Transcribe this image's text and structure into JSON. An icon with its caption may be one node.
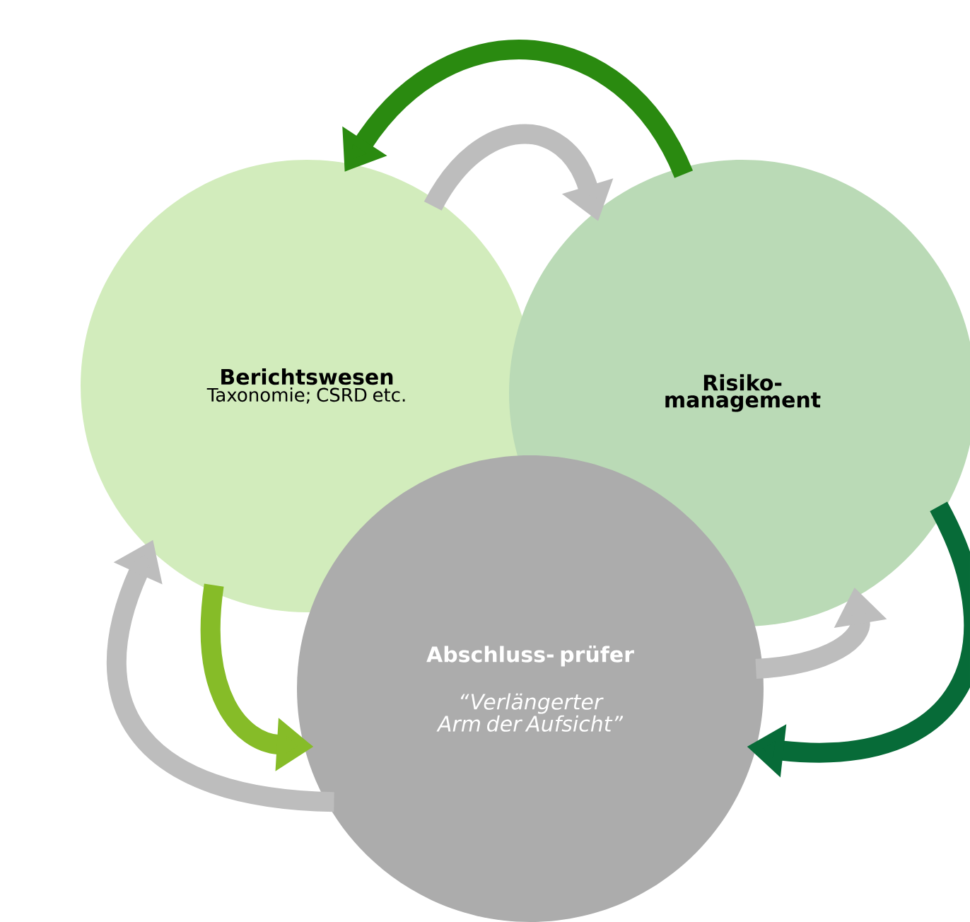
{
  "diagram": {
    "nodes": [
      {
        "text": [
          "Berichtswesen",
          "Taxonomie; CSRD etc."
        ]
      },
      {
        "text": [
          "Risiko- management"
        ]
      },
      {
        "text": [
          "Abschluss- prüfer",
          "“Verlängerter Arm der Aufsicht”"
        ]
      }
    ],
    "edges": [
      {
        "from": 0,
        "to": 1,
        "arrow": "to",
        "color": "#bdbdbd"
      },
      {
        "from": 1,
        "to": 0,
        "arrow": "to",
        "color": "#2a8a10"
      },
      {
        "from": 0,
        "to": 2,
        "arrow": "to",
        "color": "#86bc28"
      },
      {
        "from": 2,
        "to": 0,
        "arrow": "to",
        "color": "#bdbdbd"
      },
      {
        "from": 2,
        "to": 1,
        "arrow": "to",
        "color": "#bdbdbd"
      },
      {
        "from": 1,
        "to": 2,
        "arrow": "to",
        "color": "#076b38"
      }
    ]
  }
}
